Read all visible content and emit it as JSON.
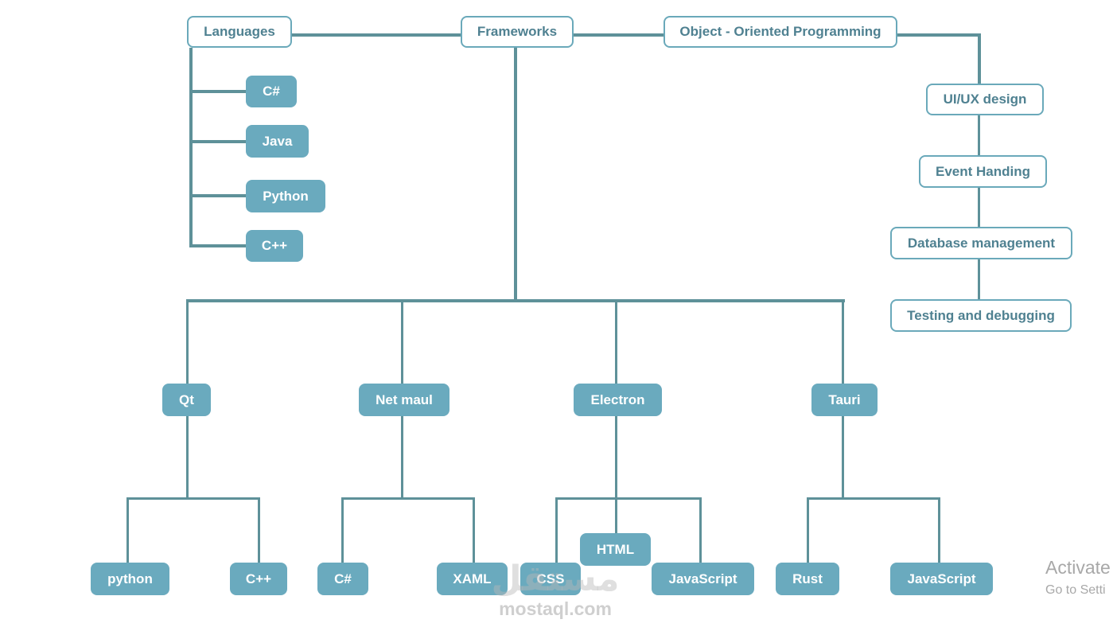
{
  "top": {
    "languages": "Languages",
    "frameworks": "Frameworks",
    "oop": "Object - Oriented Programming"
  },
  "languages": [
    "C#",
    "Java",
    "Python",
    "C++"
  ],
  "oop_items": [
    "UI/UX design",
    "Event Handing",
    "Database management",
    "Testing and debugging"
  ],
  "frameworks": {
    "qt": {
      "label": "Qt",
      "children": [
        "python",
        "C++"
      ]
    },
    "netmaui": {
      "label": "Net maul",
      "children": [
        "C#",
        "XAML"
      ]
    },
    "electron": {
      "label": "Electron",
      "children": [
        "HTML",
        "CSS",
        "JavaScript"
      ]
    },
    "tauri": {
      "label": "Tauri",
      "children": [
        "Rust",
        "JavaScript"
      ]
    }
  },
  "watermark": {
    "logo": "مستقل",
    "domain": "mostaql.com"
  },
  "activation": {
    "title": "Activate",
    "subtitle": "Go to Setti"
  },
  "colors": {
    "line": "#5e9199",
    "node_fill": "#6aaabe",
    "outline_border": "#6aa9ba",
    "outline_text": "#4f8191"
  }
}
